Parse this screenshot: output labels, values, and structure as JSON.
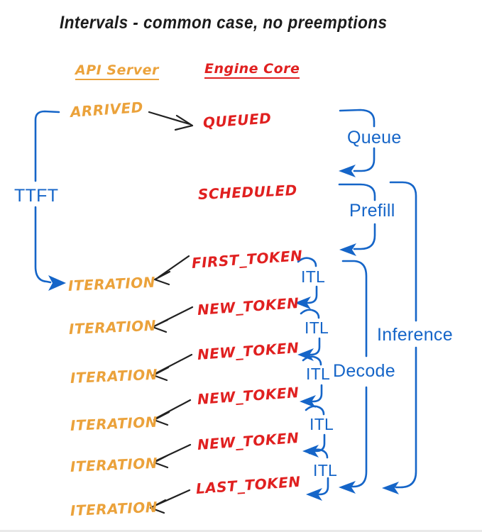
{
  "title": "Intervals - common case, no preemptions",
  "columns": {
    "api_server": "API Server",
    "engine_core": "Engine Core"
  },
  "events": {
    "arrived": "ARRIVED",
    "queued": "QUEUED",
    "scheduled": "SCHEDULED",
    "first_token": "FIRST_TOKEN",
    "new_token": "NEW_TOKEN",
    "last_token": "LAST_TOKEN",
    "iteration": "ITERATION"
  },
  "intervals": {
    "ttft": "TTFT",
    "queue": "Queue",
    "prefill": "Prefill",
    "itl": "ITL",
    "decode": "Decode",
    "inference": "Inference"
  },
  "flow": {
    "api_server_sequence": [
      "ARRIVED",
      "ITERATION",
      "ITERATION",
      "ITERATION",
      "ITERATION",
      "ITERATION",
      "ITERATION"
    ],
    "engine_core_sequence": [
      "QUEUED",
      "SCHEDULED",
      "FIRST_TOKEN",
      "NEW_TOKEN",
      "NEW_TOKEN",
      "NEW_TOKEN",
      "NEW_TOKEN",
      "LAST_TOKEN"
    ],
    "interval_spans": [
      {
        "label": "TTFT",
        "from": "ARRIVED",
        "to": "ITERATION"
      },
      {
        "label": "Queue",
        "from": "QUEUED",
        "to": "SCHEDULED"
      },
      {
        "label": "Prefill",
        "from": "SCHEDULED",
        "to": "FIRST_TOKEN"
      },
      {
        "label": "ITL",
        "from": "token",
        "to": "next token",
        "occurrences": 5
      },
      {
        "label": "Decode",
        "from": "FIRST_TOKEN",
        "to": "LAST_TOKEN"
      },
      {
        "label": "Inference",
        "from": "SCHEDULED",
        "to": "LAST_TOKEN"
      }
    ]
  },
  "colors": {
    "api_server": "#EBA23B",
    "engine_core": "#E02020",
    "interval_blue": "#1565C8",
    "ink": "#212121",
    "background": "#FFFFFF"
  }
}
